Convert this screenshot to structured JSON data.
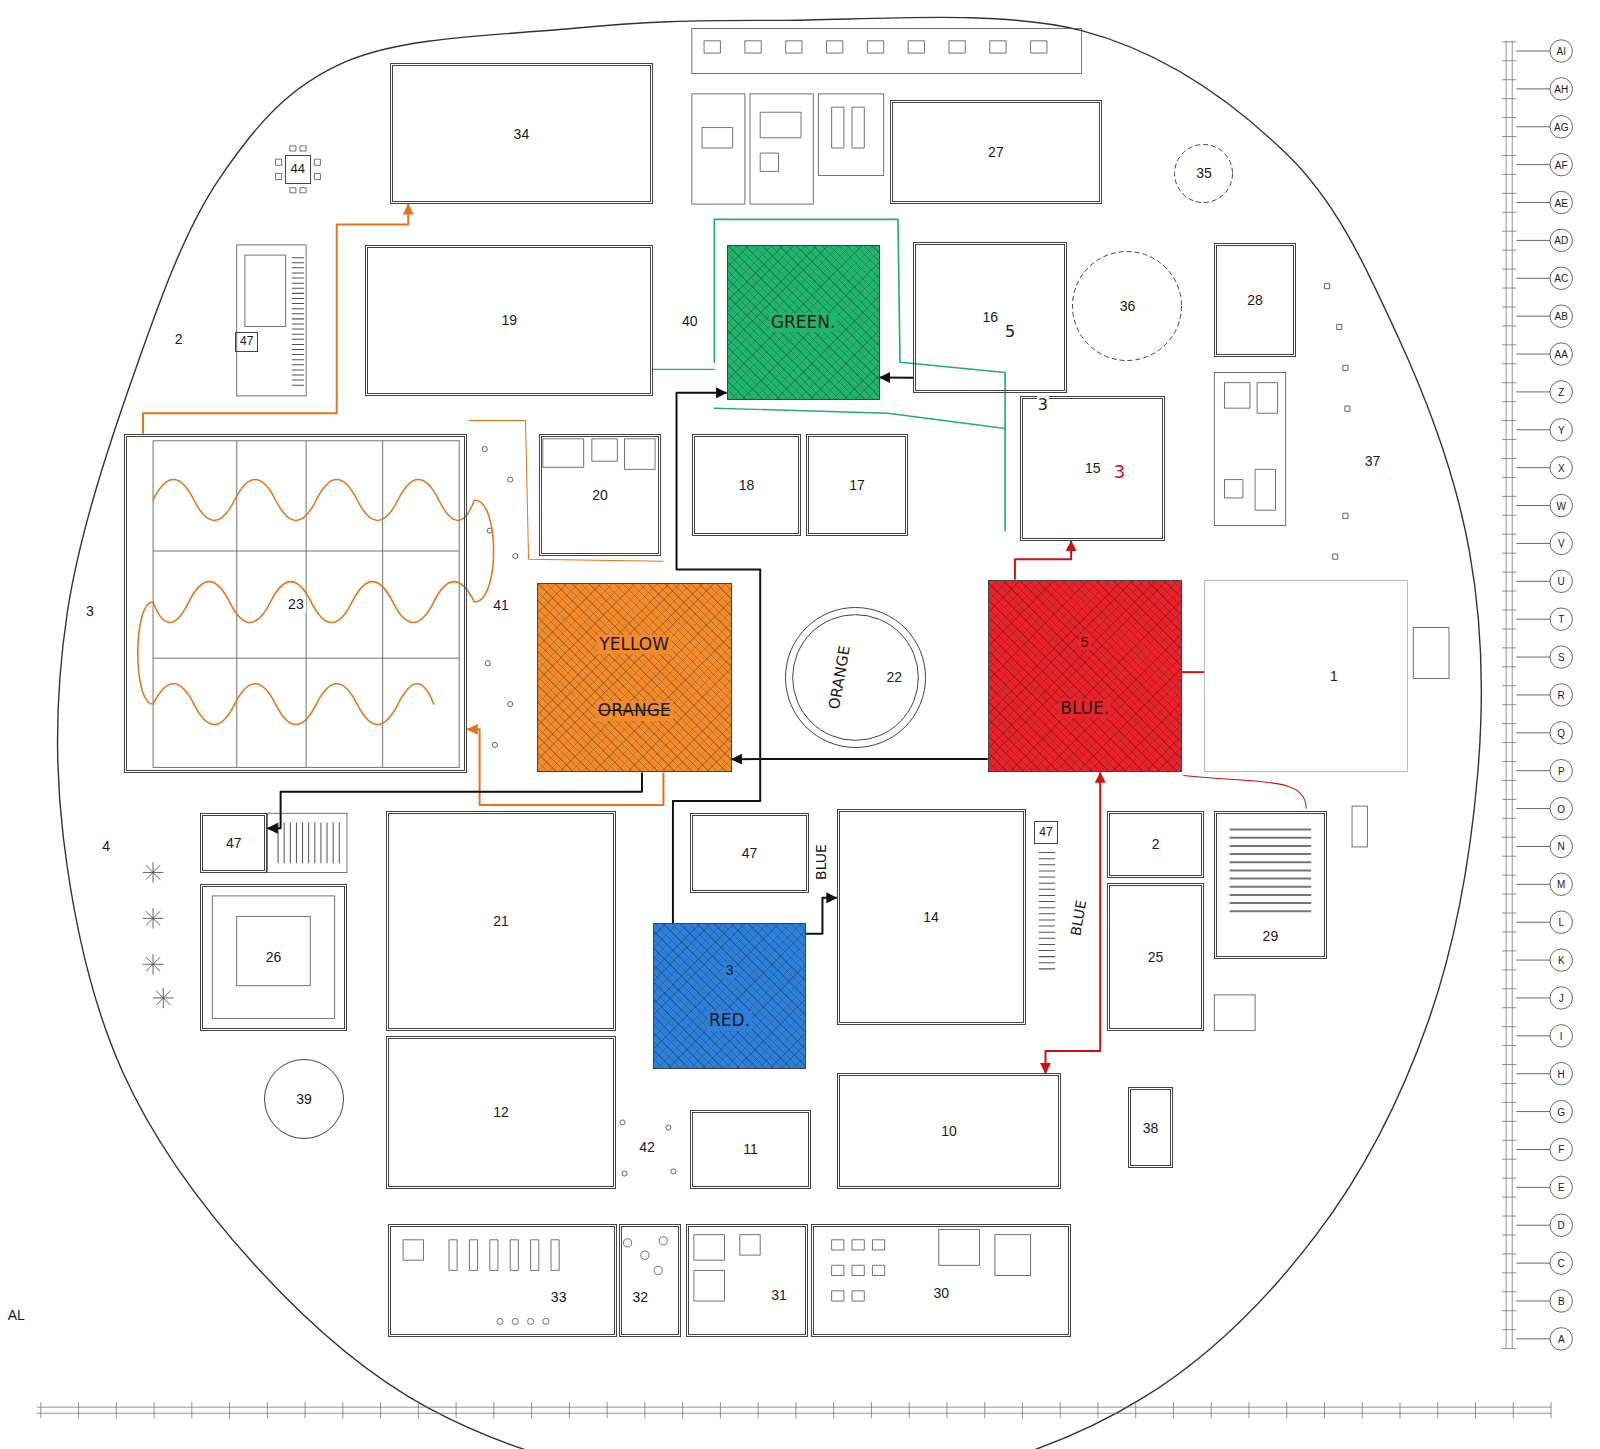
{
  "diagram": {
    "nodes": [
      {
        "text": [
          "34"
        ]
      },
      {
        "text": [
          "44"
        ]
      },
      {
        "text": [
          "27"
        ]
      },
      {
        "text": [
          "35"
        ]
      },
      {
        "text": [
          "47"
        ]
      },
      {
        "text": [
          "19"
        ]
      },
      {
        "text": [
          "GREEN."
        ]
      },
      {
        "text": [
          "16"
        ]
      },
      {
        "text": [
          "36"
        ]
      },
      {
        "text": [
          "28"
        ]
      },
      {
        "text": [
          "20"
        ]
      },
      {
        "text": [
          "18"
        ]
      },
      {
        "text": [
          "17"
        ]
      },
      {
        "text": [
          "15"
        ]
      },
      {
        "text": [
          "23"
        ]
      },
      {
        "text": [
          "YELLOW",
          "ORANGE"
        ]
      },
      {
        "text": [
          "ORANGE",
          "22"
        ]
      },
      {
        "text": [
          "5",
          "BLUE."
        ]
      },
      {
        "text": [
          "1"
        ]
      },
      {
        "text": [
          "47"
        ]
      },
      {
        "text": [
          "26"
        ]
      },
      {
        "text": [
          "21"
        ]
      },
      {
        "text": [
          "47"
        ]
      },
      {
        "text": [
          "14"
        ]
      },
      {
        "text": [
          "47"
        ]
      },
      {
        "text": [
          "2"
        ]
      },
      {
        "text": [
          "25"
        ]
      },
      {
        "text": [
          "29"
        ]
      },
      {
        "text": [
          "3",
          "RED."
        ]
      },
      {
        "text": [
          "12"
        ]
      },
      {
        "text": [
          "39"
        ]
      },
      {
        "text": [
          "11"
        ]
      },
      {
        "text": [
          "10"
        ]
      },
      {
        "text": [
          "38"
        ]
      },
      {
        "text": [
          "33"
        ]
      },
      {
        "text": [
          "32"
        ]
      },
      {
        "text": [
          "31"
        ]
      },
      {
        "text": [
          "30"
        ]
      }
    ],
    "edges": [
      {
        "from": 28,
        "to": 6,
        "arrow": "to"
      },
      {
        "from": 7,
        "to": 6,
        "arrow": "to"
      },
      {
        "from": 17,
        "to": 13,
        "arrow": "to"
      },
      {
        "from": 17,
        "to": 15,
        "arrow": "to"
      },
      {
        "from": 15,
        "to": 14,
        "arrow": "to"
      },
      {
        "from": 14,
        "to": 0,
        "arrow": "to"
      },
      {
        "from": 28,
        "to": 23,
        "label": "BLUE",
        "arrow": "to"
      },
      {
        "from": 17,
        "to": 32,
        "label": "BLUE",
        "arrow": "both"
      },
      {
        "from": 15,
        "to": 19,
        "arrow": "to"
      },
      {
        "from": 17,
        "to": 18,
        "arrow": "none"
      }
    ],
    "labels": [
      "2",
      "40",
      "37",
      "3",
      "41",
      "4",
      "42",
      "5",
      "3",
      "3",
      "AL",
      "AI",
      "AH",
      "AG",
      "AF",
      "AE",
      "AD",
      "AC",
      "AB",
      "AA",
      "Z",
      "Y",
      "X",
      "W",
      "V",
      "U",
      "T",
      "S",
      "R",
      "Q",
      "P",
      "O",
      "N",
      "M",
      "L",
      "K",
      "J",
      "I",
      "H",
      "G",
      "F",
      "E",
      "D",
      "C",
      "B",
      "A"
    ]
  }
}
